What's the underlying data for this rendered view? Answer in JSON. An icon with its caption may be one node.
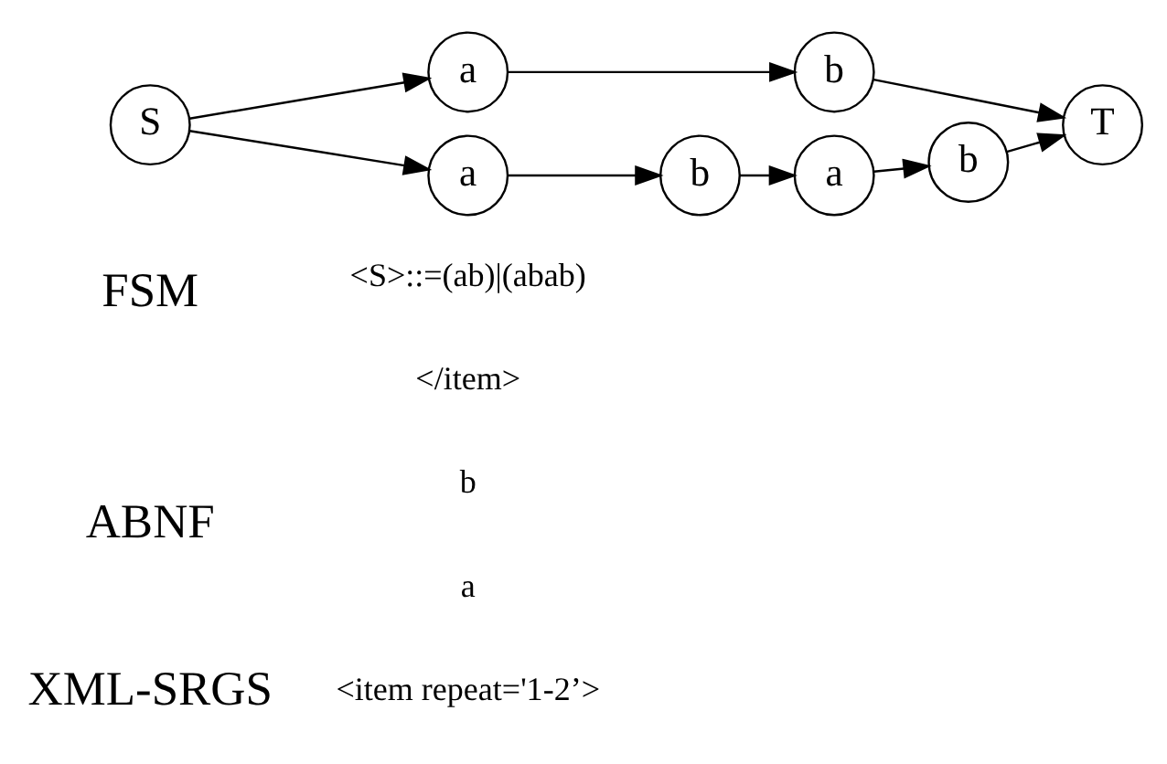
{
  "diagram": {
    "nodes": [
      {
        "text": [
          "S"
        ]
      },
      {
        "text": [
          "a"
        ]
      },
      {
        "text": [
          "b"
        ]
      },
      {
        "text": [
          "T"
        ]
      },
      {
        "text": [
          "a"
        ]
      },
      {
        "text": [
          "b"
        ]
      },
      {
        "text": [
          "a"
        ]
      },
      {
        "text": [
          "b"
        ]
      }
    ],
    "edges": [
      {
        "from": 0,
        "to": 1,
        "arrow": "to"
      },
      {
        "from": 1,
        "to": 2,
        "arrow": "to"
      },
      {
        "from": 2,
        "to": 3,
        "arrow": "to"
      },
      {
        "from": 0,
        "to": 4,
        "arrow": "to"
      },
      {
        "from": 4,
        "to": 5,
        "arrow": "to"
      },
      {
        "from": 5,
        "to": 6,
        "arrow": "to"
      },
      {
        "from": 6,
        "to": 7,
        "arrow": "to"
      },
      {
        "from": 7,
        "to": 3,
        "arrow": "to"
      }
    ],
    "labels": [
      "XML-SRGS",
      "<item repeat='1-2’>",
      "a",
      "b",
      "</item>",
      "ABNF",
      "<S>::=(ab)|(abab)",
      "FSM"
    ]
  }
}
